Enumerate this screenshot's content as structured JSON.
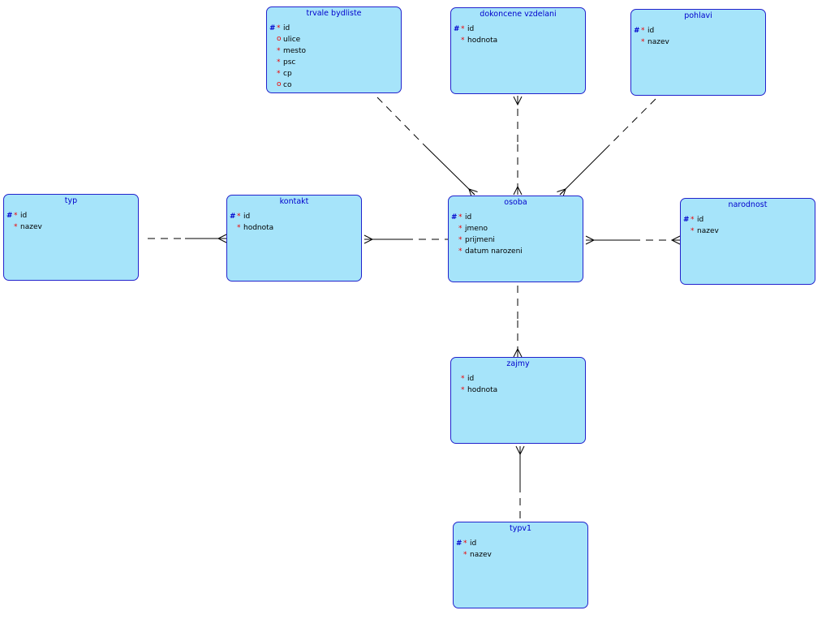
{
  "entities": [
    {
      "id": "trvale-bydliste",
      "title": "trvale bydliste",
      "attributes": [
        {
          "name": "id",
          "pk": "#",
          "mark": "*"
        },
        {
          "name": "ulice",
          "pk": "",
          "mark": "o"
        },
        {
          "name": "mesto",
          "pk": "",
          "mark": "*"
        },
        {
          "name": "psc",
          "pk": "",
          "mark": "*"
        },
        {
          "name": "cp",
          "pk": "",
          "mark": "*"
        },
        {
          "name": "co",
          "pk": "",
          "mark": "o"
        }
      ]
    },
    {
      "id": "dokoncene-vzdelani",
      "title": "dokoncene vzdelani",
      "attributes": [
        {
          "name": "id",
          "pk": "#",
          "mark": "*"
        },
        {
          "name": "hodnota",
          "pk": "",
          "mark": "*"
        }
      ]
    },
    {
      "id": "pohlavi",
      "title": "pohlavi",
      "attributes": [
        {
          "name": "id",
          "pk": "#",
          "mark": "*"
        },
        {
          "name": "nazev",
          "pk": "",
          "mark": "*"
        }
      ]
    },
    {
      "id": "typ",
      "title": "typ",
      "attributes": [
        {
          "name": "id",
          "pk": "#",
          "mark": "*"
        },
        {
          "name": "nazev",
          "pk": "",
          "mark": "*"
        }
      ]
    },
    {
      "id": "kontakt",
      "title": "kontakt",
      "attributes": [
        {
          "name": "id",
          "pk": "#",
          "mark": "*"
        },
        {
          "name": "hodnota",
          "pk": "",
          "mark": "*"
        }
      ]
    },
    {
      "id": "osoba",
      "title": "osoba",
      "attributes": [
        {
          "name": "id",
          "pk": "#",
          "mark": "*"
        },
        {
          "name": "jmeno",
          "pk": "",
          "mark": "*"
        },
        {
          "name": "prijmeni",
          "pk": "",
          "mark": "*"
        },
        {
          "name": "datum narozeni",
          "pk": "",
          "mark": "*"
        }
      ]
    },
    {
      "id": "narodnost",
      "title": "narodnost",
      "attributes": [
        {
          "name": "id",
          "pk": "#",
          "mark": "*"
        },
        {
          "name": "nazev",
          "pk": "",
          "mark": "*"
        }
      ]
    },
    {
      "id": "zajmy",
      "title": "zajmy",
      "attributes": [
        {
          "name": "id",
          "pk": "",
          "mark": "*"
        },
        {
          "name": "hodnota",
          "pk": "",
          "mark": "*"
        }
      ]
    },
    {
      "id": "typv1",
      "title": "typv1",
      "attributes": [
        {
          "name": "id",
          "pk": "#",
          "mark": "*"
        },
        {
          "name": "nazev",
          "pk": "",
          "mark": "*"
        }
      ]
    }
  ],
  "relationships": [
    {
      "from": "trvale-bydliste",
      "to": "osoba",
      "many_end": "osoba"
    },
    {
      "from": "dokoncene-vzdelani",
      "to": "osoba",
      "many_end": "both"
    },
    {
      "from": "pohlavi",
      "to": "osoba",
      "many_end": "osoba"
    },
    {
      "from": "typ",
      "to": "kontakt",
      "many_end": "kontakt"
    },
    {
      "from": "kontakt",
      "to": "osoba",
      "many_end": "kontakt"
    },
    {
      "from": "osoba",
      "to": "narodnost",
      "many_end": "both"
    },
    {
      "from": "osoba",
      "to": "zajmy",
      "many_end": "zajmy"
    },
    {
      "from": "zajmy",
      "to": "typv1",
      "many_end": "zajmy"
    }
  ],
  "colors": {
    "entity_fill": "#a6e4fa",
    "entity_border": "#2222cc",
    "title_text": "#0000cc",
    "pk_marker": "#0000cc",
    "mandatory_marker": "#ee0000",
    "line": "#000000"
  }
}
